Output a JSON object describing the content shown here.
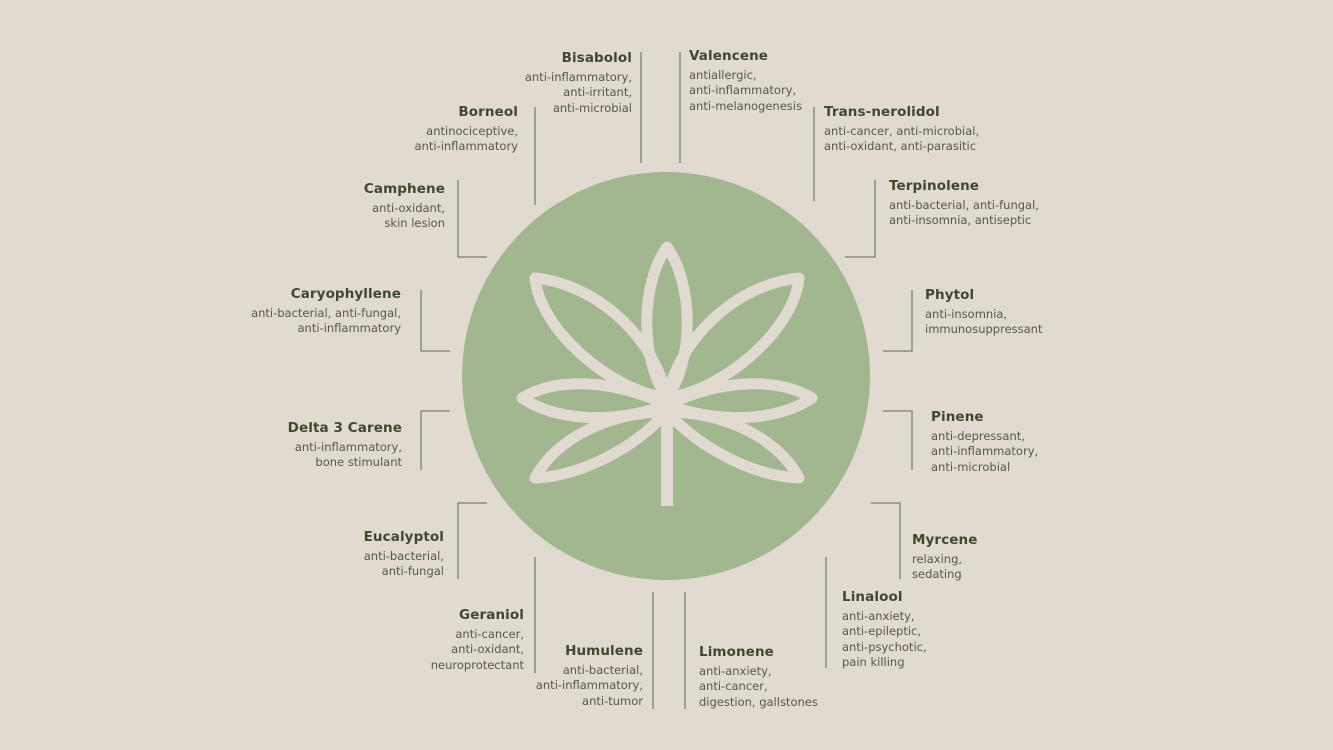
{
  "colors": {
    "background": "#e0dad0",
    "circle": "#a2b78f",
    "leaf": "#e0dad0",
    "line": "#7d7d74",
    "title": "#404830",
    "text": "#555848"
  },
  "center_icon": "cannabis-leaf-icon",
  "terpenes": [
    {
      "id": "bisabolol",
      "name": "Bisabolol",
      "lines": [
        "anti-inflammatory,",
        "anti-irritant,",
        "anti-microbial"
      ]
    },
    {
      "id": "valencene",
      "name": "Valencene",
      "lines": [
        "antiallergic,",
        "anti-inflammatory,",
        "anti-melanogenesis"
      ]
    },
    {
      "id": "borneol",
      "name": "Borneol",
      "lines": [
        "antinociceptive,",
        "anti-inflammatory"
      ]
    },
    {
      "id": "trans-nerolidol",
      "name": "Trans-nerolidol",
      "lines": [
        "anti-cancer, anti-microbial,",
        "anti-oxidant, anti-parasitic"
      ]
    },
    {
      "id": "camphene",
      "name": "Camphene",
      "lines": [
        "anti-oxidant,",
        "skin lesion"
      ]
    },
    {
      "id": "terpinolene",
      "name": "Terpinolene",
      "lines": [
        "anti-bacterial, anti-fungal,",
        "anti-insomnia, antiseptic"
      ]
    },
    {
      "id": "caryophyllene",
      "name": "Caryophyllene",
      "lines": [
        "anti-bacterial, anti-fungal,",
        "anti-inflammatory"
      ]
    },
    {
      "id": "phytol",
      "name": "Phytol",
      "lines": [
        "anti-insomnia,",
        "immunosuppressant"
      ]
    },
    {
      "id": "delta-3-carene",
      "name": "Delta 3 Carene",
      "lines": [
        "anti-inflammatory,",
        "bone stimulant"
      ]
    },
    {
      "id": "pinene",
      "name": "Pinene",
      "lines": [
        "anti-depressant,",
        "anti-inflammatory,",
        "anti-microbial"
      ]
    },
    {
      "id": "eucalyptol",
      "name": "Eucalyptol",
      "lines": [
        "anti-bacterial,",
        "anti-fungal"
      ]
    },
    {
      "id": "myrcene",
      "name": "Myrcene",
      "lines": [
        "relaxing,",
        "sedating"
      ]
    },
    {
      "id": "linalool",
      "name": "Linalool",
      "lines": [
        "anti-anxiety,",
        "anti-epileptic,",
        "anti-psychotic,",
        "pain killing"
      ]
    },
    {
      "id": "geraniol",
      "name": "Geraniol",
      "lines": [
        "anti-cancer,",
        "anti-oxidant,",
        "neuroprotectant"
      ]
    },
    {
      "id": "humulene",
      "name": "Humulene",
      "lines": [
        "anti-bacterial,",
        "anti-inflammatory,",
        "anti-tumor"
      ]
    },
    {
      "id": "limonene",
      "name": "Limonene",
      "lines": [
        "anti-anxiety,",
        "anti-cancer,",
        "digestion, gallstones"
      ]
    }
  ]
}
